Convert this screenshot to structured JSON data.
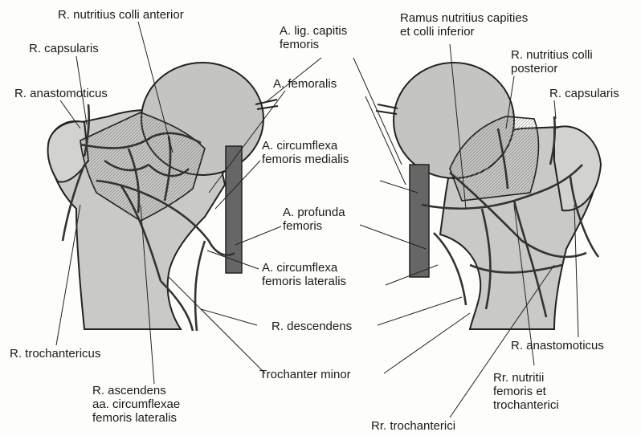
{
  "labels": {
    "r_nutritius_colli_anterior": "R. nutritius colli anterior",
    "r_capsularis_left": "R. capsularis",
    "r_anastomoticus_left": "R. anastomoticus",
    "a_lig_capitis_femoris": [
      "A. lig. capitis",
      "femoris"
    ],
    "a_femoralis": "A. femoralis",
    "a_circumflexa_femoris_medialis": [
      "A. circumflexa",
      "femoris medialis"
    ],
    "a_profunda_femoris": [
      "A. profunda",
      "femoris"
    ],
    "a_circumflexa_femoris_lateralis": [
      "A. circumflexa",
      "femoris lateralis"
    ],
    "r_descendens": "R. descendens",
    "trochanter_minor": "Trochanter minor",
    "r_trochantericus": "R. trochantericus",
    "r_ascendens": [
      "R. ascendens",
      "aa. circumflexae",
      "femoris lateralis"
    ],
    "ramus_nutritius_capitis": [
      "Ramus  nutritius  capities",
      "et colli inferior"
    ],
    "r_nutritius_colli_posterior": [
      "R. nutritius colli",
      "posterior"
    ],
    "r_capsularis_right": "R. capsularis",
    "r_anastomoticus_right": "R. anastomoticus",
    "rr_nutritii": [
      "Rr. nutritii",
      "femoris et",
      "trochanterici"
    ],
    "rr_trochanterici": "Rr. trochanterici"
  }
}
